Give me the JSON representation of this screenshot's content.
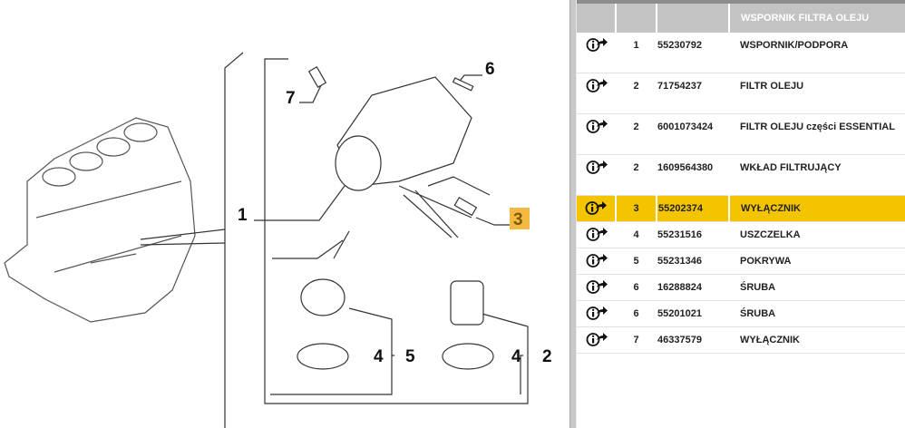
{
  "diagram": {
    "callouts": [
      "1",
      "2",
      "3",
      "4",
      "4",
      "5",
      "6",
      "7"
    ],
    "highlighted_callout": "3",
    "highlight_color": "#f5b942"
  },
  "table": {
    "header": {
      "col1": "",
      "col2": "",
      "col3": "",
      "col4": "WSPORNIK FILTRA OLEJU"
    },
    "selected_color": "#f5c400",
    "rows": [
      {
        "icon": "info-arrow-icon",
        "ref": "1",
        "part": "55230792",
        "desc": "WSPORNIK/PODPORA"
      },
      {
        "icon": "info-arrow-icon",
        "ref": "2",
        "part": "71754237",
        "desc": "FILTR OLEJU"
      },
      {
        "icon": "info-arrow-icon",
        "ref": "2",
        "part": "6001073424",
        "desc": "FILTR OLEJU części ESSENTIAL"
      },
      {
        "icon": "info-arrow-icon",
        "ref": "2",
        "part": "1609564380",
        "desc": "WKŁAD FILTRUJĄCY"
      },
      {
        "icon": "info-arrow-icon",
        "ref": "3",
        "part": "55202374",
        "desc": "WYŁĄCZNIK",
        "selected": true
      },
      {
        "icon": "info-arrow-icon",
        "ref": "4",
        "part": "55231516",
        "desc": "USZCZELKA"
      },
      {
        "icon": "info-arrow-icon",
        "ref": "5",
        "part": "55231346",
        "desc": "POKRYWA"
      },
      {
        "icon": "info-arrow-icon",
        "ref": "6",
        "part": "16288824",
        "desc": "ŚRUBA"
      },
      {
        "icon": "info-arrow-icon",
        "ref": "6",
        "part": "55201021",
        "desc": "ŚRUBA"
      },
      {
        "icon": "info-arrow-icon",
        "ref": "7",
        "part": "46337579",
        "desc": "WYŁĄCZNIK"
      }
    ]
  }
}
